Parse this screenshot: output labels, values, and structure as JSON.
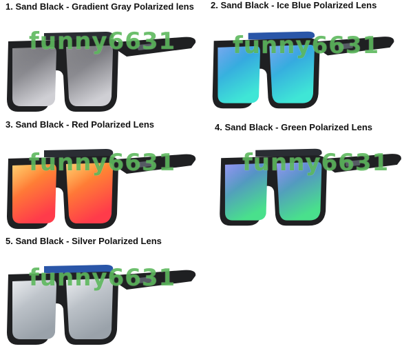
{
  "items": [
    {
      "label": "1. Sand Black - Gradient Gray Polarized lens",
      "lens_color_top": "#4c4c52",
      "lens_color_bottom": "#cfcfd4",
      "frame_color": "#1f2022",
      "accent_color": "#2a2d33"
    },
    {
      "label": "2. Sand Black - Ice Blue Polarized Lens",
      "lens_color_top": "#2f7fe6",
      "lens_color_bottom": "#3fe6d6",
      "frame_color": "#1f2022",
      "accent_color": "#2a56a8"
    },
    {
      "label": "3. Sand Black - Red Polarized Lens",
      "lens_color_top": "#ffb126",
      "lens_color_bottom": "#ff3b4a",
      "frame_color": "#1f2022",
      "accent_color": "#2a2d33"
    },
    {
      "label": "4. Sand Black - Green Polarized Lens",
      "lens_color_top": "#5b63e8",
      "lens_color_bottom": "#49e08c",
      "frame_color": "#1f2022",
      "accent_color": "#2a2d33"
    },
    {
      "label": "5. Sand Black - Silver Polarized Lens",
      "lens_color_top": "#d9dde2",
      "lens_color_bottom": "#9aa2aa",
      "frame_color": "#1f2022",
      "accent_color": "#2a56a8"
    }
  ],
  "watermark": {
    "text": "funny6631"
  }
}
